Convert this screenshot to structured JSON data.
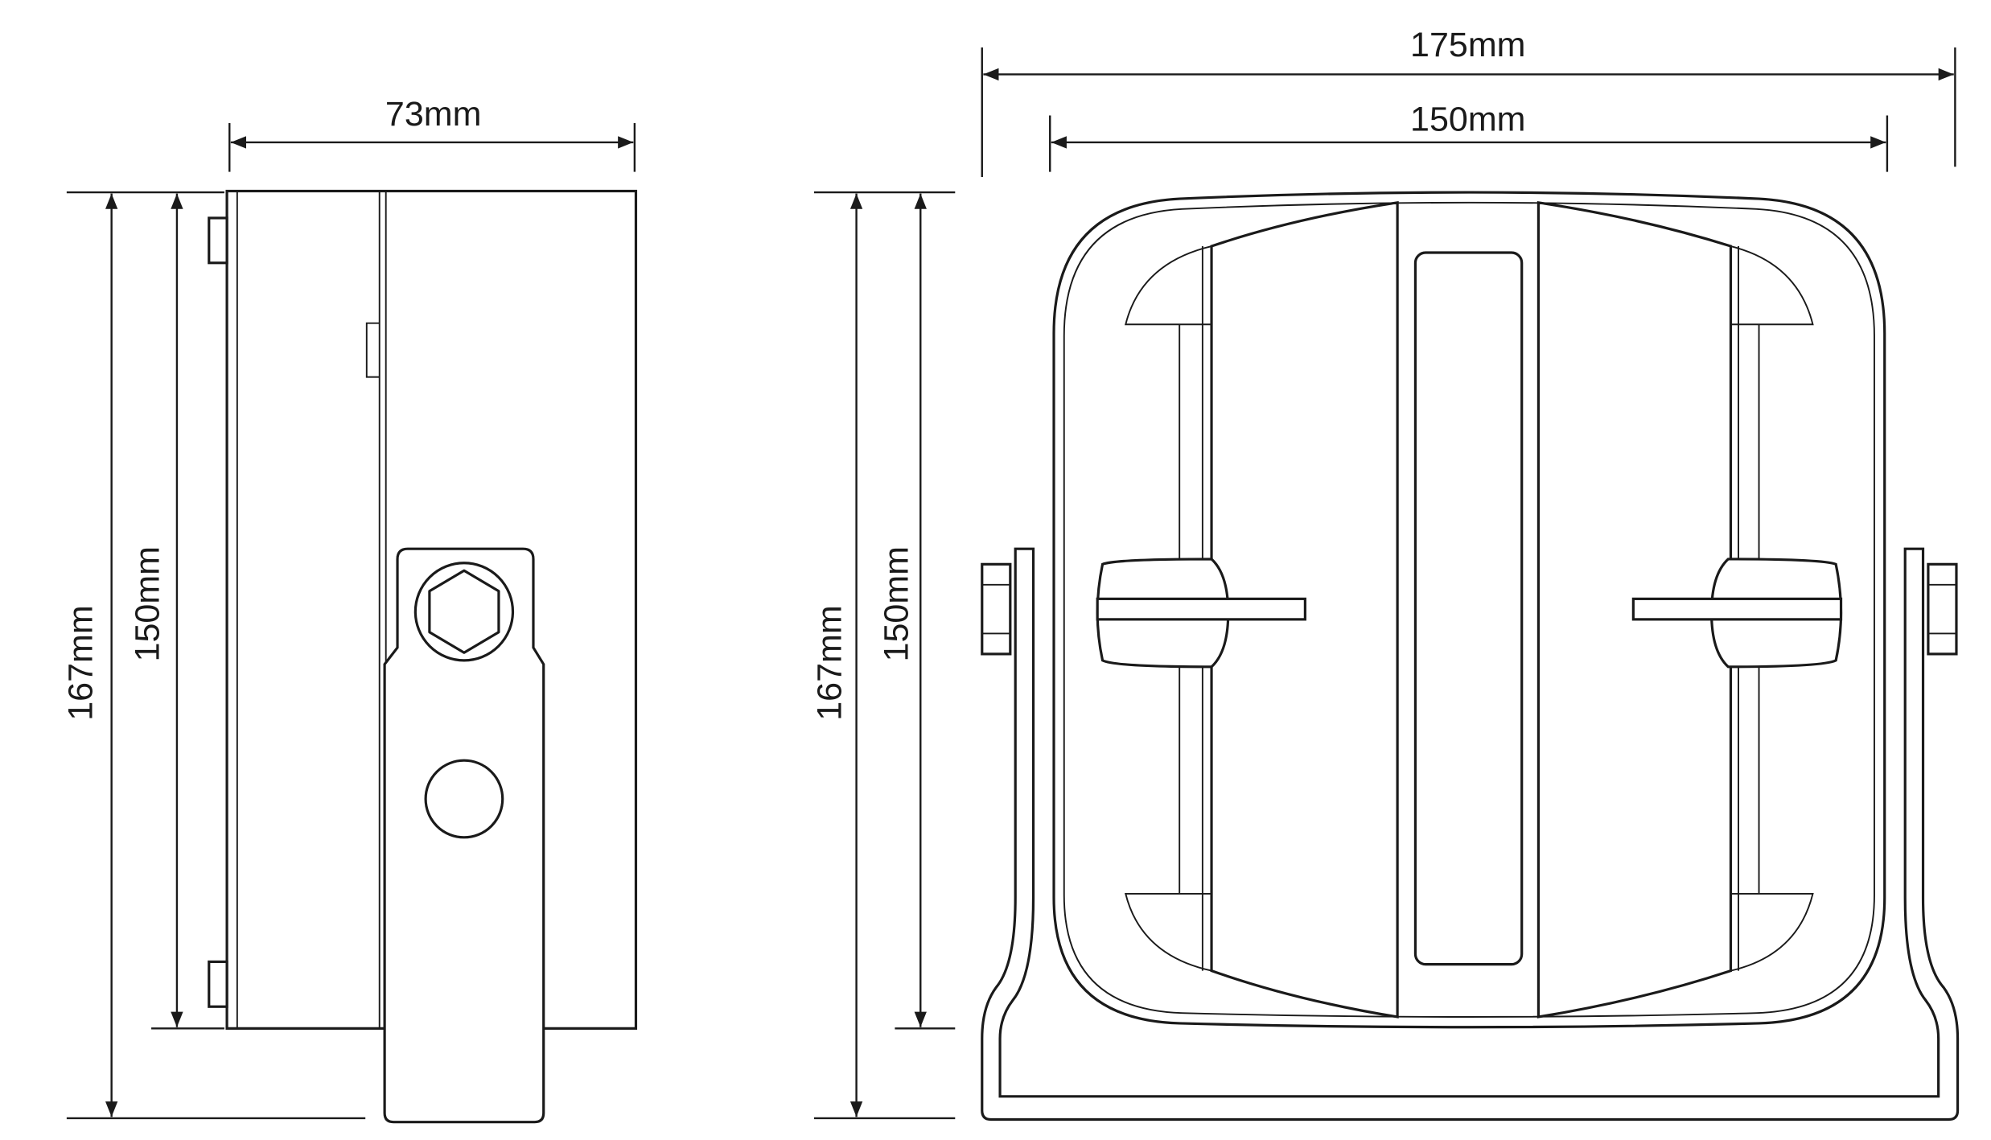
{
  "side_view": {
    "width_label": "73mm",
    "overall_height_label": "167mm",
    "body_height_label": "150mm"
  },
  "front_view": {
    "overall_width_label": "175mm",
    "body_width_label": "150mm",
    "overall_height_label": "167mm",
    "body_height_label": "150mm"
  },
  "colors": {
    "line": "#1a1a1a",
    "background": "#ffffff"
  }
}
